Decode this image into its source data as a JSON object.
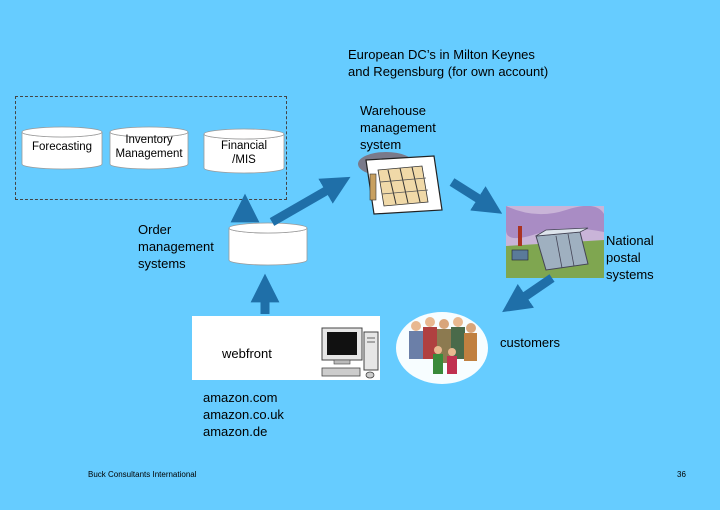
{
  "title": {
    "line1": "European DC’s in Milton Keynes",
    "line2": "and Regensburg (for own account)"
  },
  "systems": {
    "forecasting": "Forecasting",
    "inventory_line1": "Inventory",
    "inventory_line2": "Management",
    "financial_line1": "Financial",
    "financial_line2": "/MIS"
  },
  "warehouse": {
    "line1": "Warehouse",
    "line2": "management",
    "line3": "system"
  },
  "order": {
    "line1": "Order",
    "line2": "management",
    "line3": "systems"
  },
  "postal": {
    "line1": "National",
    "line2": "postal",
    "line3": "systems"
  },
  "webfront": "webfront",
  "customers": "customers",
  "amazon_sites": [
    "amazon.com",
    "amazon.co.uk",
    "amazon.de"
  ],
  "footer": {
    "company": "Buck Consultants International",
    "page": "36"
  },
  "colors": {
    "background": "#66ccff",
    "arrow": "#1f6fa8"
  }
}
